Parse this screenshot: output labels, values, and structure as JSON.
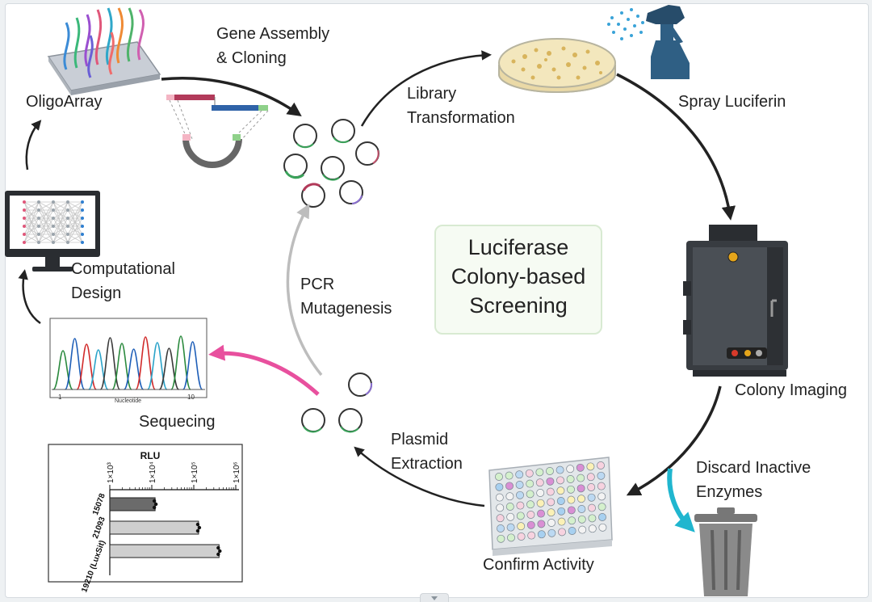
{
  "center_title": [
    "Luciferase",
    "Colony-based",
    "Screening"
  ],
  "steps": {
    "oligoarray": "OligoArray",
    "gene_assembly": [
      "Gene Assembly",
      "& Cloning"
    ],
    "library_transformation": [
      "Library",
      "Transformation"
    ],
    "spray_luciferin": "Spray Luciferin",
    "colony_imaging": "Colony Imaging",
    "discard_inactive": [
      "Discard Inactive",
      "Enzymes"
    ],
    "confirm_activity": "Confirm Activity",
    "plasmid_extraction": [
      "Plasmid",
      "Extraction"
    ],
    "pcr_mutagenesis": [
      "PCR",
      "Mutagenesis"
    ],
    "sequencing": "Sequecing",
    "computational_design": [
      "Computational",
      "Design"
    ]
  },
  "chromatogram": {
    "axis_label": "Nucleotide",
    "tick_left": "1",
    "tick_right": "10"
  },
  "colors": {
    "pink_arrow": "#e8509e",
    "cyan_arrow": "#20b6cf",
    "gray_arrow": "#bdbdbd",
    "dark_arrow": "#222222"
  },
  "chart_data": {
    "type": "bar",
    "title": "RLU",
    "orientation": "horizontal",
    "scale": "log",
    "xlim": [
      1000,
      1000000
    ],
    "tick_labels": [
      "1×10³",
      "1×10⁴",
      "1×10⁵",
      "1×10⁶"
    ],
    "categories": [
      "15078",
      "21093",
      "19210 (LuxSit)"
    ],
    "values": [
      12000,
      130000,
      400000
    ],
    "bar_colors": [
      "#6b6b6b",
      "#cfcfcf",
      "#cfcfcf"
    ]
  }
}
